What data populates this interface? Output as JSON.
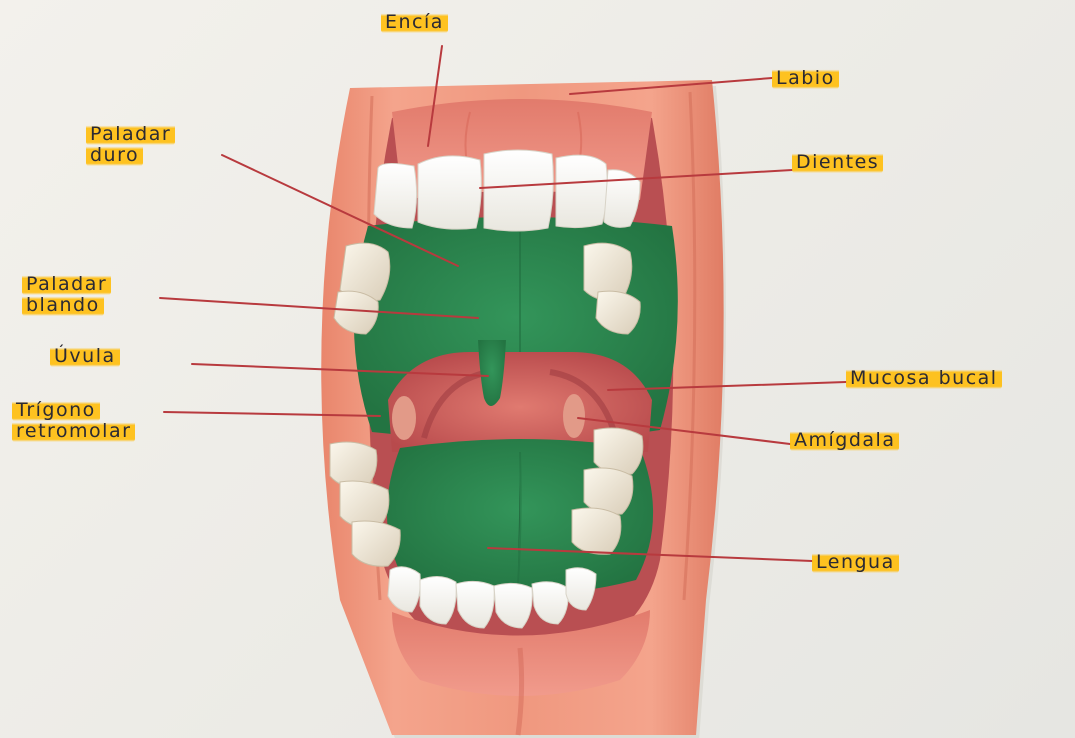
{
  "diagram": {
    "labels": {
      "encia": "Encía",
      "labio": "Labio",
      "paladar_duro": [
        "Paladar",
        "duro"
      ],
      "dientes": "Dientes",
      "paladar_blando": [
        "Paladar",
        "blando"
      ],
      "uvula": "Úvula",
      "mucosa_bucal": "Mucosa bucal",
      "trigono": [
        "Trígono",
        "retromolar"
      ],
      "amigdala": "Amígdala",
      "lengua": "Lengua"
    },
    "colors": {
      "highlighter": "#FFC21A",
      "leader_line": "#B83A3E",
      "palate_green": "#2E8B4A",
      "lip": "#E98A72",
      "throat": "#D45A5A",
      "teeth": "#FBFAF6",
      "ink": "#2B2A34"
    }
  }
}
